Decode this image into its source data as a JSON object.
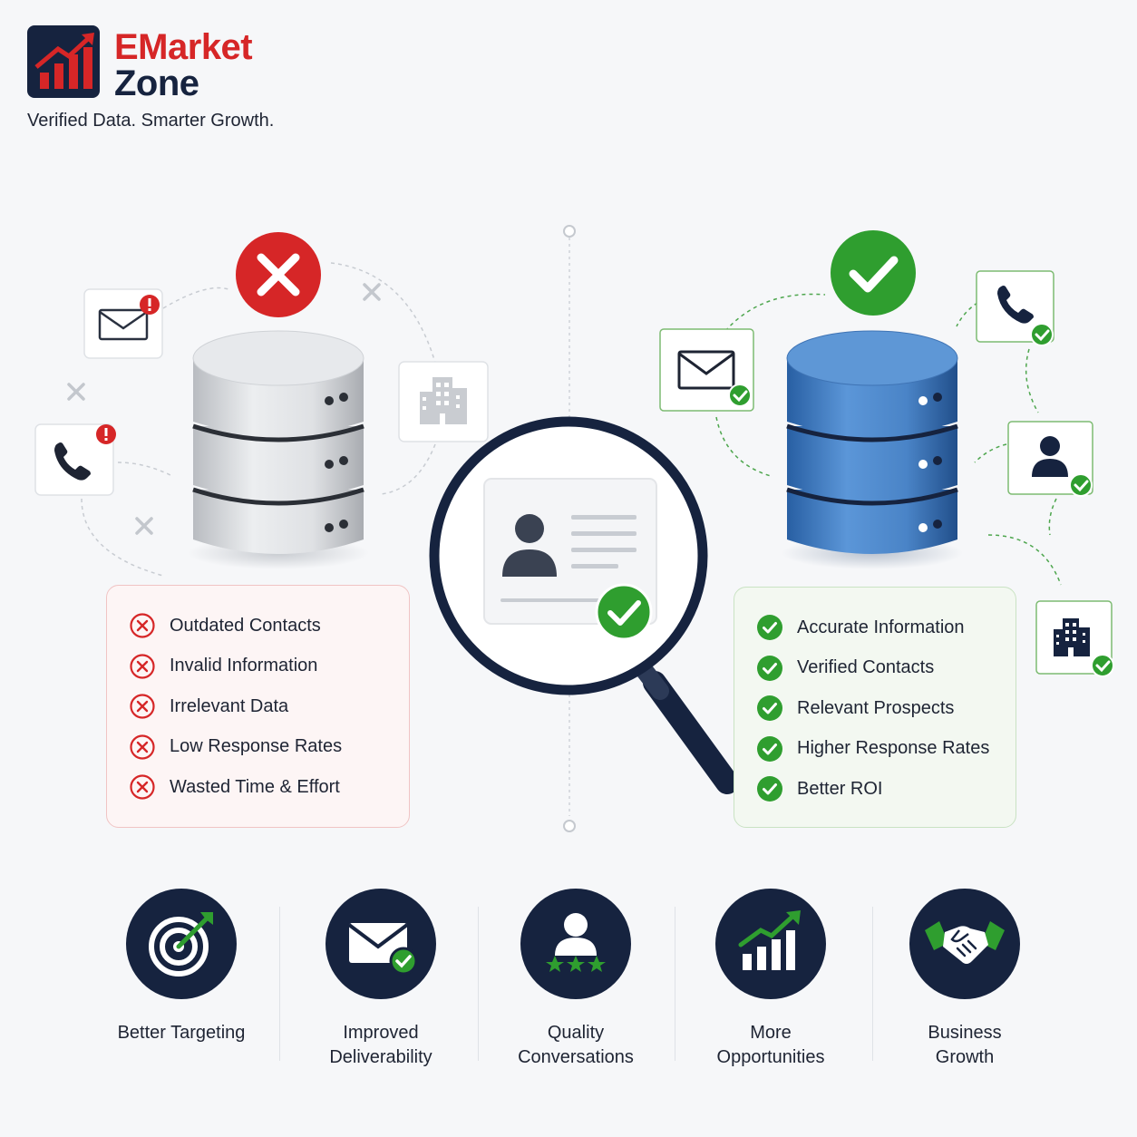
{
  "brand": {
    "line1": "EMarket",
    "line2": "Zone",
    "tagline": "Verified Data. Smarter Growth.",
    "colors": {
      "red": "#d62627",
      "navy": "#16233f",
      "green": "#2f9e2f",
      "blue": "#3b78c2"
    }
  },
  "bad_list": {
    "icon": "x-circle-icon",
    "items": [
      "Outdated Contacts",
      "Invalid Information",
      "Irrelevant Data",
      "Low Response Rates",
      "Wasted Time & Effort"
    ]
  },
  "good_list": {
    "icon": "check-circle-icon",
    "items": [
      "Accurate Information",
      "Verified Contacts",
      "Relevant Prospects",
      "Higher Response Rates",
      "Better ROI"
    ]
  },
  "features": [
    {
      "label": "Better Targeting",
      "icon": "target-icon"
    },
    {
      "label": "Improved\nDeliverability",
      "icon": "email-check-icon"
    },
    {
      "label": "Quality\nConversations",
      "icon": "user-stars-icon"
    },
    {
      "label": "More\nOpportunities",
      "icon": "growth-chart-icon"
    },
    {
      "label": "Business\nGrowth",
      "icon": "handshake-icon"
    }
  ]
}
